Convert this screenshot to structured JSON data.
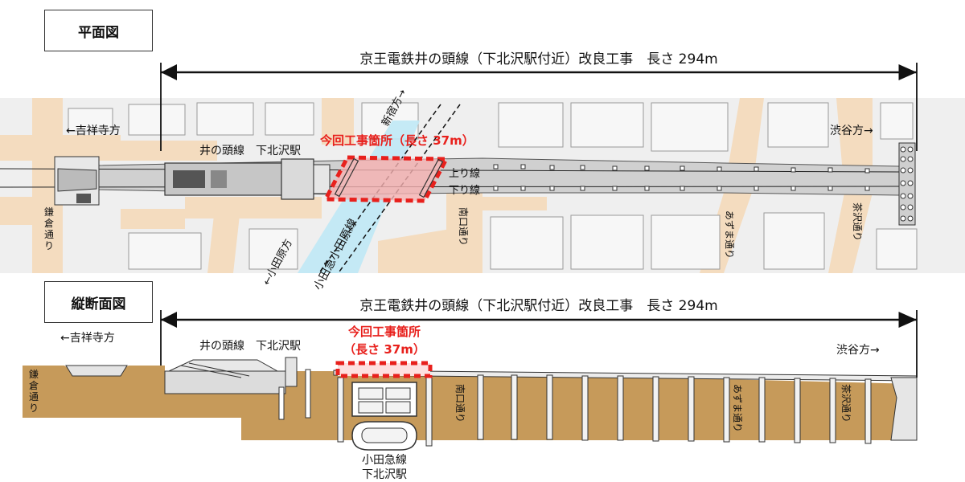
{
  "plan": {
    "title": "平面図",
    "span_label": "京王電鉄井の頭線（下北沢駅付近）改良工事　長さ 294m",
    "dir_west": "←吉祥寺方",
    "dir_east": "渋谷方→",
    "station": "井の頭線　下北沢駅",
    "work_label": "今回工事箇所（長さ 37m）",
    "track_up": "上り線",
    "track_down": "下り線",
    "dir_shinjuku": "新宿方→",
    "dir_odawara": "←小田原方",
    "odakyu_line": "小田急小田原線",
    "streets": {
      "kamakura_1": "鎌",
      "kamakura_2": "倉",
      "kamakura_3": "通",
      "kamakura_4": "り",
      "minamiguchi": "南口通り",
      "azuma": "あずま通り",
      "chazawa": "茶沢通り"
    }
  },
  "profile": {
    "title": "縦断面図",
    "span_label": "京王電鉄井の頭線（下北沢駅付近）改良工事　長さ 294m",
    "dir_west": "←吉祥寺方",
    "dir_east": "渋谷方→",
    "station": "井の頭線　下北沢駅",
    "work_label_1": "今回工事箇所",
    "work_label_2": "（長さ 37m）",
    "odakyu_1": "小田急線",
    "odakyu_2": "下北沢駅",
    "streets": {
      "kamakura_1": "鎌",
      "kamakura_2": "倉",
      "kamakura_3": "通",
      "kamakura_4": "り",
      "minamiguchi": "南口通り",
      "azuma": "あずま通り",
      "chazawa": "茶沢通り"
    }
  },
  "colors": {
    "highlight": "#e8201c",
    "ground": "#c69a5a",
    "street": "#f4dcbf",
    "odakyu_zone": "#bfe8f5",
    "track": "#d0d0d0"
  }
}
